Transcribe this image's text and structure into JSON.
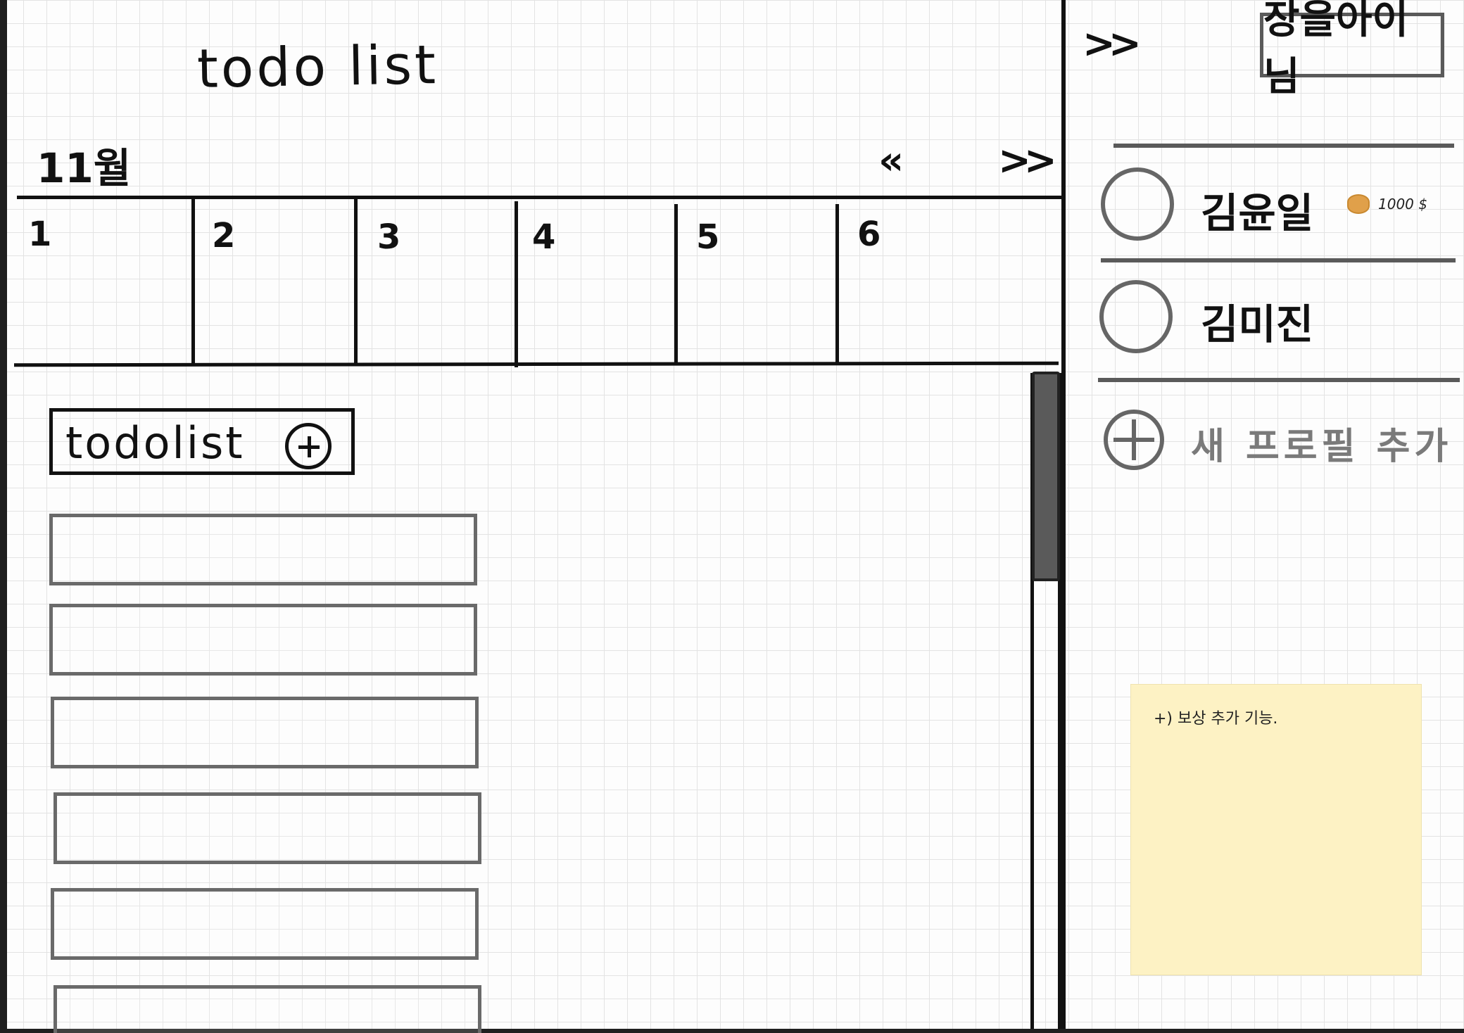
{
  "header": {
    "title": "todo list",
    "month": "11월",
    "prev_label": "«",
    "next_label": ">>"
  },
  "calendar": {
    "days": [
      "1",
      "2",
      "3",
      "4",
      "5",
      "6"
    ]
  },
  "todo": {
    "header_label": "todolist",
    "add_icon": "plus-circle-icon",
    "items": [
      "",
      "",
      "",
      "",
      "",
      ""
    ]
  },
  "sidebar": {
    "collapse_label": ">>",
    "user_name": "장을아이님",
    "profiles": [
      {
        "name": "김윤일",
        "coins": "1000 $"
      },
      {
        "name": "김미진"
      }
    ],
    "add_profile_label": "새 프로필 추가",
    "note": "+) 보상 추가 기능."
  },
  "colors": {
    "ink": "#111111",
    "gray": "#666666",
    "coin": "#e0a04a",
    "note": "#fdf2c4"
  }
}
